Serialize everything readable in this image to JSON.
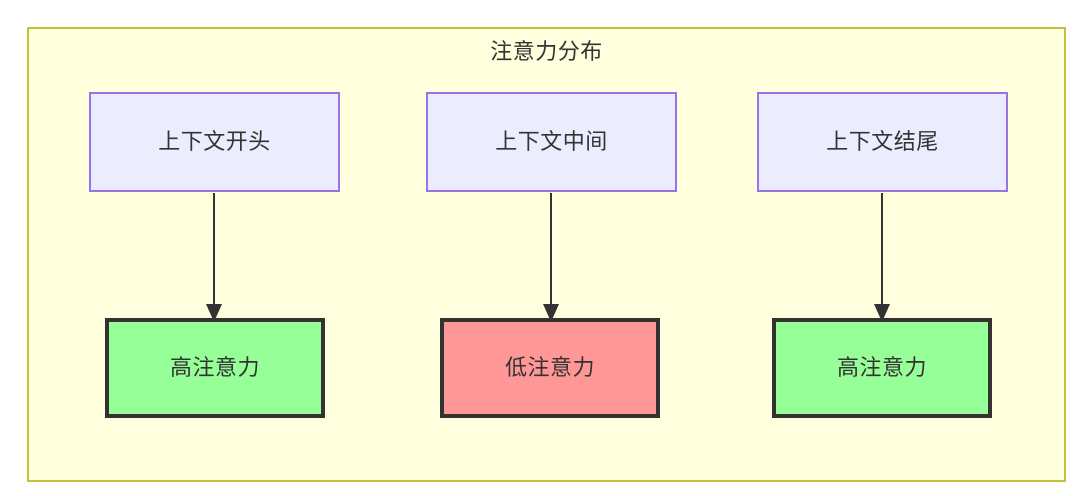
{
  "diagram": {
    "title": "注意力分布",
    "container": {
      "fill": "#ffffde",
      "stroke": "#c2c23d"
    },
    "top_nodes": [
      {
        "id": "top-0",
        "label": "上下文开头",
        "fill": "#ececff",
        "stroke": "#9673e6"
      },
      {
        "id": "top-1",
        "label": "上下文中间",
        "fill": "#ececff",
        "stroke": "#9673e6"
      },
      {
        "id": "top-2",
        "label": "上下文结尾",
        "fill": "#ececff",
        "stroke": "#9673e6"
      }
    ],
    "bottom_nodes": [
      {
        "id": "bot-0",
        "label": "高注意力",
        "fill": "#97ff97",
        "stroke": "#333333"
      },
      {
        "id": "bot-1",
        "label": "低注意力",
        "fill": "#ff9797",
        "stroke": "#333333"
      },
      {
        "id": "bot-2",
        "label": "高注意力",
        "fill": "#97ff97",
        "stroke": "#333333"
      }
    ],
    "edges": [
      {
        "from": "上下文开头",
        "to": "高注意力"
      },
      {
        "from": "上下文中间",
        "to": "低注意力"
      },
      {
        "from": "上下文结尾",
        "to": "高注意力"
      }
    ]
  }
}
